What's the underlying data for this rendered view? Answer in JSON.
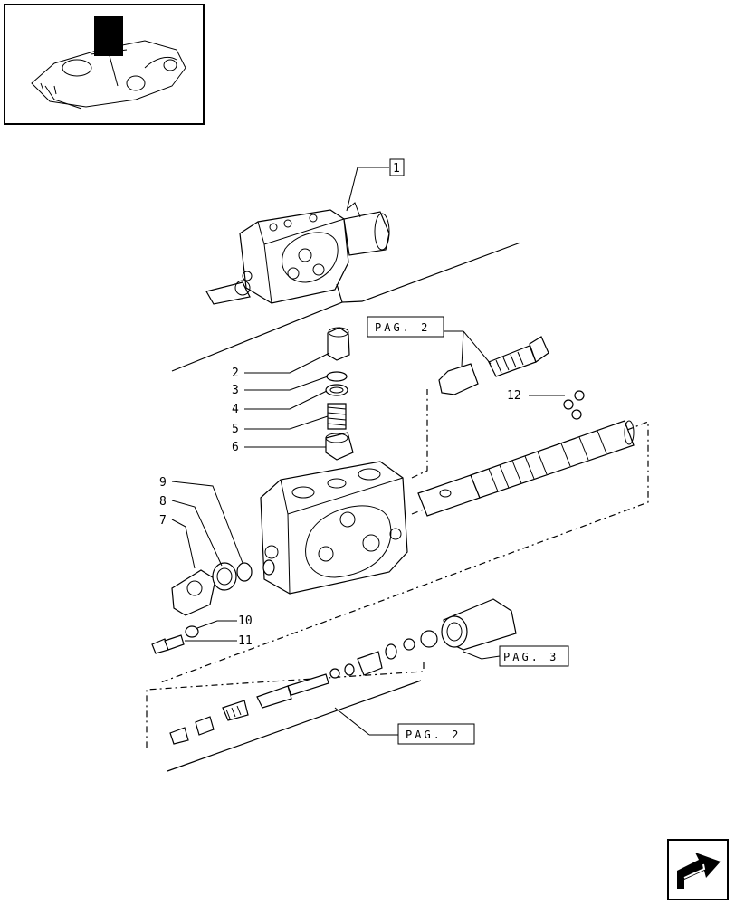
{
  "callouts": {
    "assembly": "1",
    "p2": "2",
    "p3": "3",
    "p4": "4",
    "p5": "5",
    "p6": "6",
    "p7": "7",
    "p8": "8",
    "p9": "9",
    "p10": "10",
    "p11": "11",
    "p12": "12"
  },
  "references": {
    "top": "PAG. 2",
    "right": "PAG. 3",
    "bottom": "PAG. 2"
  },
  "nav": {
    "icon": "next-page-arrow-icon"
  }
}
